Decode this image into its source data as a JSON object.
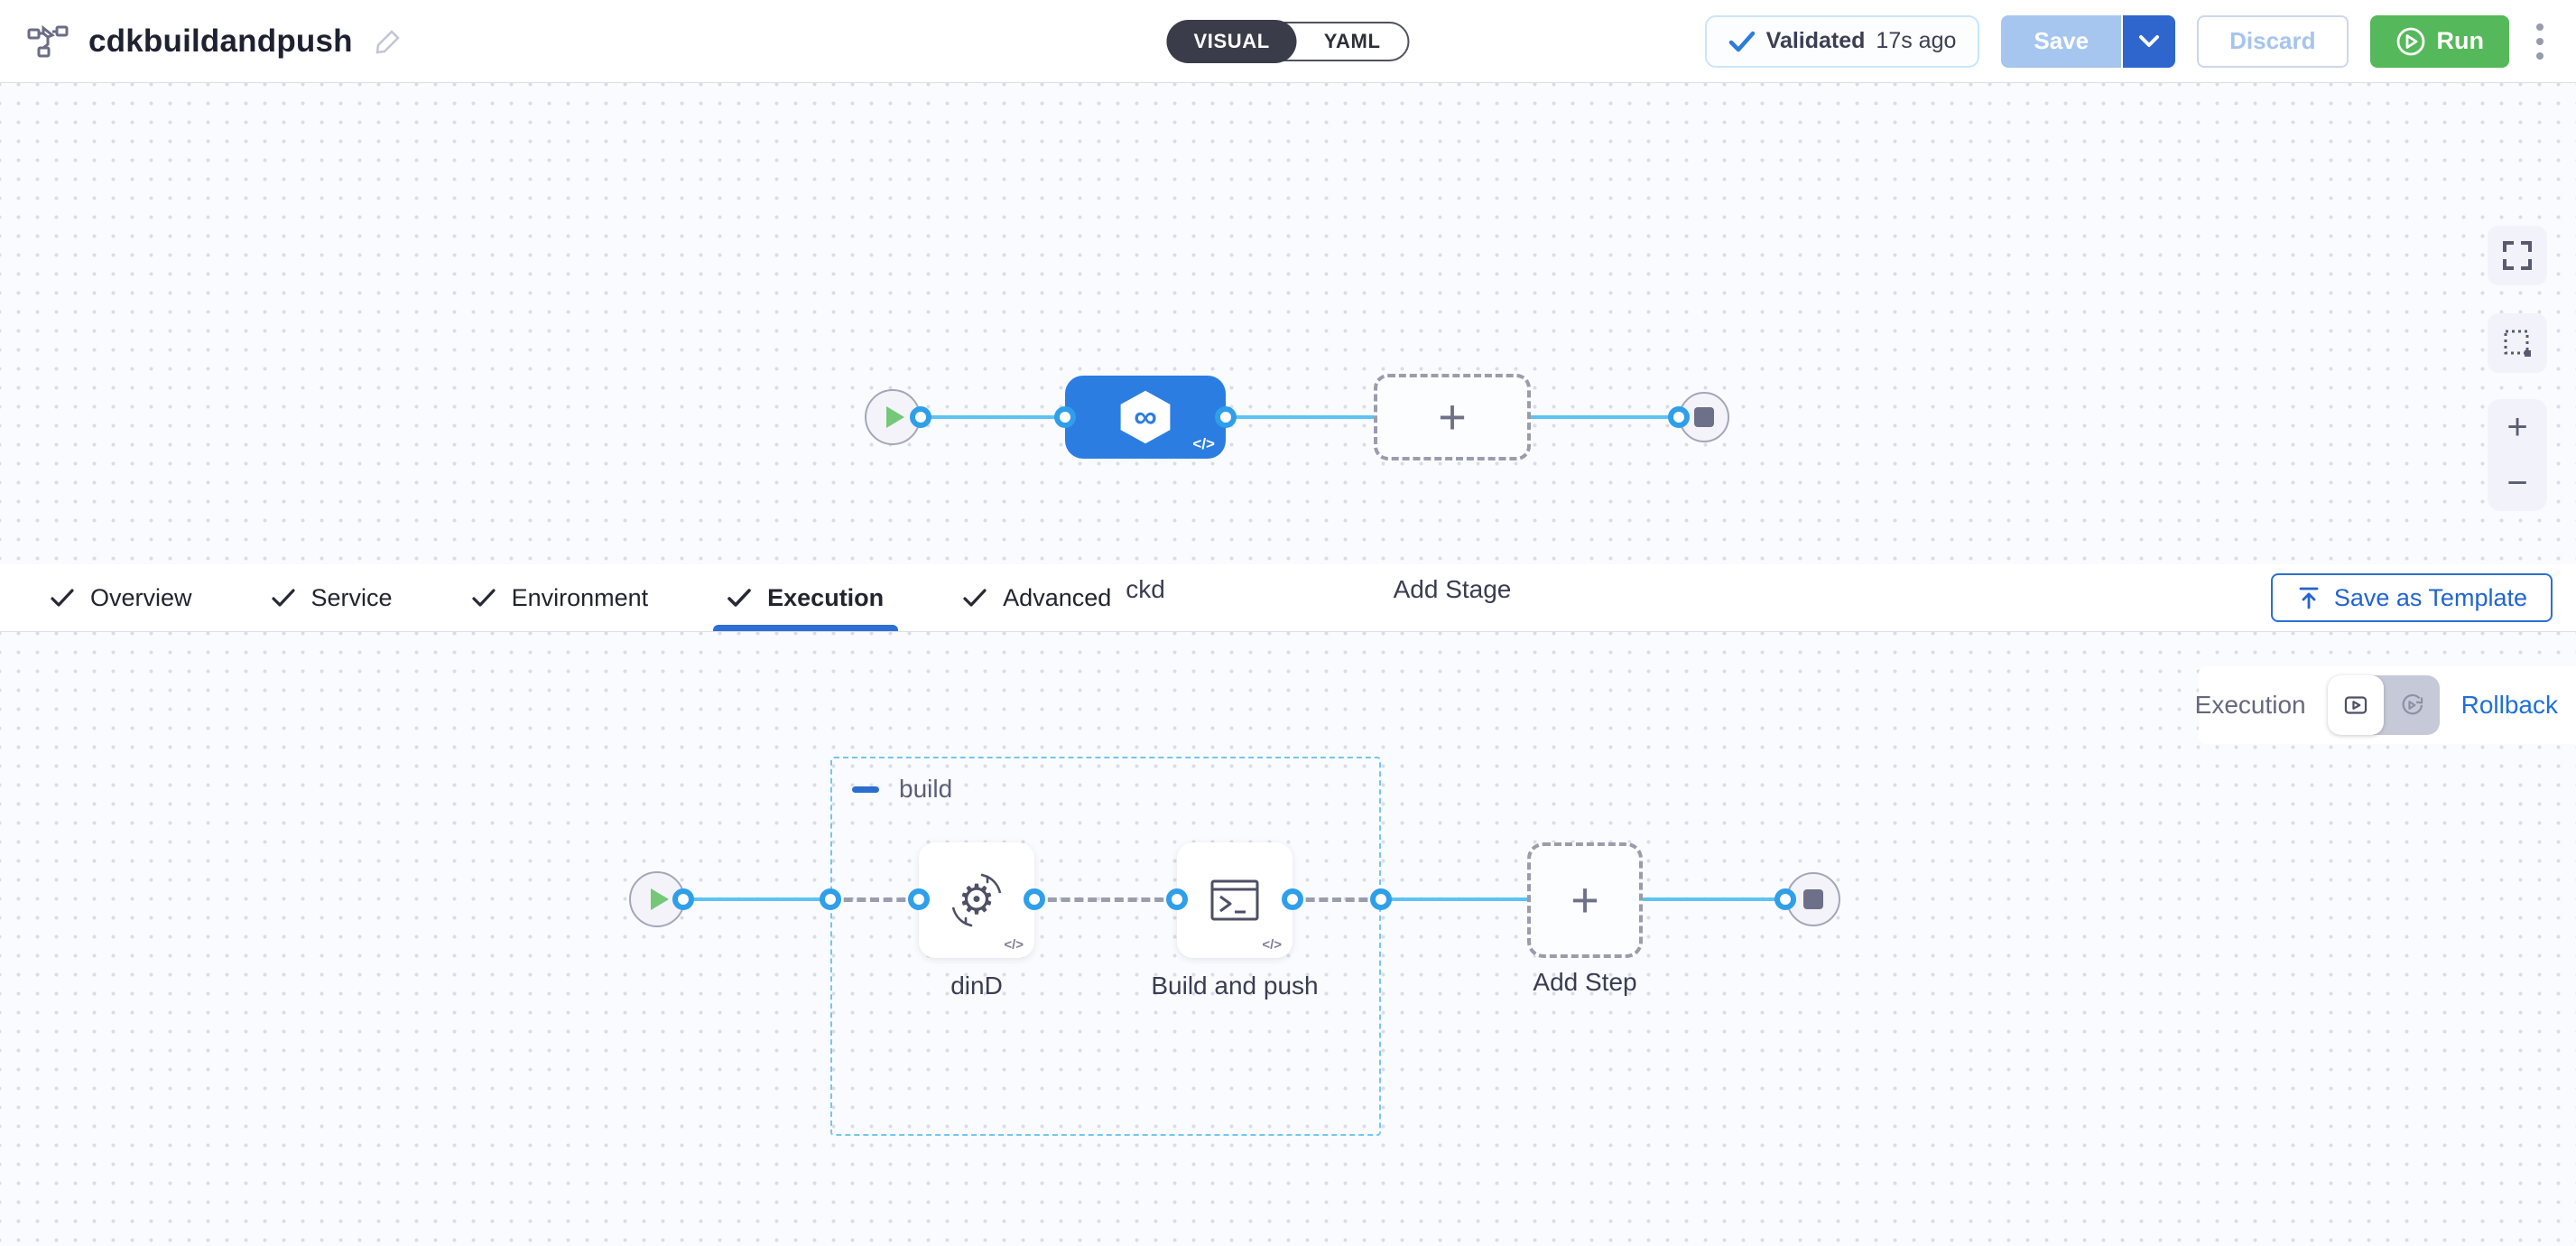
{
  "header": {
    "title": "cdkbuildandpush",
    "mode_visual": "VISUAL",
    "mode_yaml": "YAML",
    "validated_label": "Validated",
    "validated_time": "17s ago",
    "save_label": "Save",
    "discard_label": "Discard",
    "run_label": "Run"
  },
  "tabs": {
    "items": [
      {
        "label": "Overview"
      },
      {
        "label": "Service"
      },
      {
        "label": "Environment"
      },
      {
        "label": "Execution"
      },
      {
        "label": "Advanced"
      }
    ],
    "active": "Execution",
    "save_as_template": "Save as Template"
  },
  "pipeline": {
    "stage_label": "ckd",
    "add_stage_label": "Add Stage"
  },
  "execution": {
    "view_label": "Execution",
    "rollback_label": "Rollback",
    "group_label": "build",
    "steps": [
      {
        "label": "dinD"
      },
      {
        "label": "Build and push"
      }
    ],
    "add_step_label": "Add Step"
  },
  "icons": {
    "plus": "+",
    "code": "</>",
    "infinity": "∞",
    "zoom_in": "+",
    "zoom_out": "−",
    "gear": "⚙"
  },
  "colors": {
    "accent_blue": "#2b6fd4",
    "node_blue": "#2b7de2",
    "edge_blue": "#5cc3f2",
    "run_green": "#55b85a",
    "validated_check": "#2b7ddb",
    "tab_underline": "#2f6fd3"
  }
}
